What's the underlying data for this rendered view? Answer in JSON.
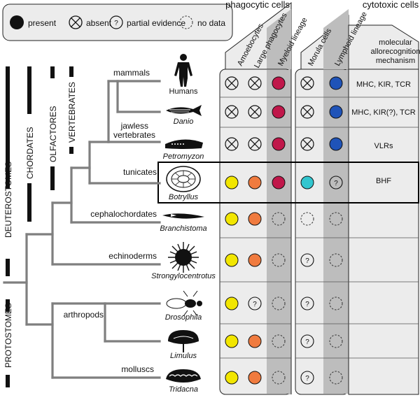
{
  "legend": {
    "present": "present",
    "absent": "absent",
    "partial": "partial evidence",
    "partial_symbol": "?",
    "nodata": "no data"
  },
  "group_headers": {
    "phagocytic": "phagocytic cells",
    "cytotoxic": "cytotoxic cells"
  },
  "columns": {
    "amoebocytes": "Amoebocytes",
    "large_phagocytes": "Large phagocytes",
    "myeloid": "Myeloid lineage",
    "morula": "Morula cells",
    "lymphoid": "Lymphoid lineage"
  },
  "mechanism_header": [
    "molecular",
    "allorecognition",
    "mechanism"
  ],
  "clades": {
    "deuterostomes": "DEUTEROSTOMES",
    "protostomes": "PROTOSTOMES",
    "chordates": "CHORDATES",
    "olfactores": "OLFACTORES",
    "vertebrates": "VERTEBRATES"
  },
  "branches": {
    "mammals": "mammals",
    "jawless_1": "jawless",
    "jawless_2": "vertebrates",
    "tunicates": "tunicates",
    "cephalochordates": "cephalochordates",
    "echinoderms": "echinoderms",
    "arthropods": "arthropods",
    "molluscs": "molluscs"
  },
  "colors": {
    "amoebocytes": "#f2e600",
    "large_phagocytes": "#f07b3f",
    "myeloid": "#c0174a",
    "morula": "#33c6cf",
    "lymphoid": "#1f53b8",
    "shade": "#bdbdbd",
    "panel": "#ececec",
    "tree": "#7f7f7f"
  },
  "rows": [
    {
      "name": "Humans",
      "cells": [
        "absent",
        "absent",
        "present",
        "absent",
        "present"
      ],
      "mechanism": "MHC, KIR, TCR"
    },
    {
      "name": "Danio",
      "cells": [
        "absent",
        "absent",
        "present",
        "absent",
        "present"
      ],
      "mechanism": "MHC, KIR(?), TCR"
    },
    {
      "name": "Petromyzon",
      "cells": [
        "absent",
        "absent",
        "present",
        "absent",
        "present"
      ],
      "mechanism": "VLRs"
    },
    {
      "name": "Botryllus",
      "cells": [
        "present",
        "present",
        "present",
        "present",
        "partial"
      ],
      "mechanism": "BHF"
    },
    {
      "name": "Branchistoma",
      "cells": [
        "present",
        "present",
        "nodata",
        "nodata",
        "nodata"
      ],
      "mechanism": ""
    },
    {
      "name": "Strongylocentrotus",
      "cells": [
        "present",
        "present",
        "nodata",
        "partial",
        "nodata"
      ],
      "mechanism": ""
    },
    {
      "name": "Drosophila",
      "cells": [
        "present",
        "partial",
        "nodata",
        "partial",
        "nodata"
      ],
      "mechanism": ""
    },
    {
      "name": "Limulus",
      "cells": [
        "present",
        "present",
        "nodata",
        "partial",
        "nodata"
      ],
      "mechanism": ""
    },
    {
      "name": "Tridacna",
      "cells": [
        "present",
        "present",
        "nodata",
        "partial",
        "nodata"
      ],
      "mechanism": ""
    }
  ]
}
